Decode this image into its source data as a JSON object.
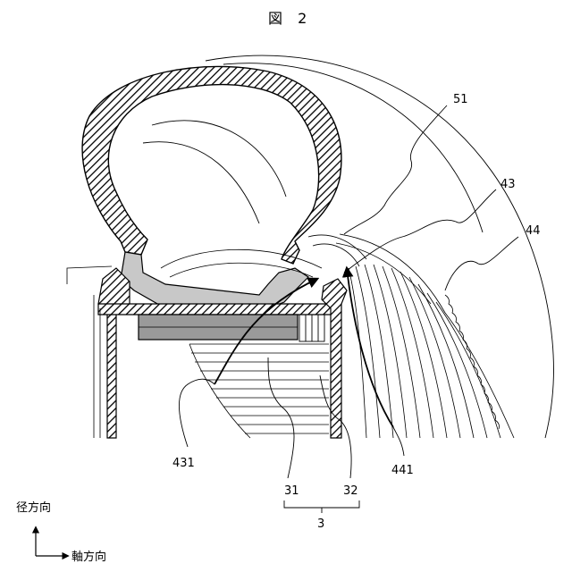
{
  "figure": {
    "title": "図 2"
  },
  "labels": {
    "ref_51": "51",
    "ref_43": "43",
    "ref_44": "44",
    "ref_431": "431",
    "ref_441": "441",
    "ref_31": "31",
    "ref_32": "32",
    "ref_3": "3"
  },
  "axes": {
    "radial": "径方向",
    "axial": "軸方向"
  },
  "colors": {
    "line": "#000000",
    "hatch": "#000000",
    "bracket_fill": "#c8c8c8",
    "board_fill": "#9a9a9a"
  }
}
